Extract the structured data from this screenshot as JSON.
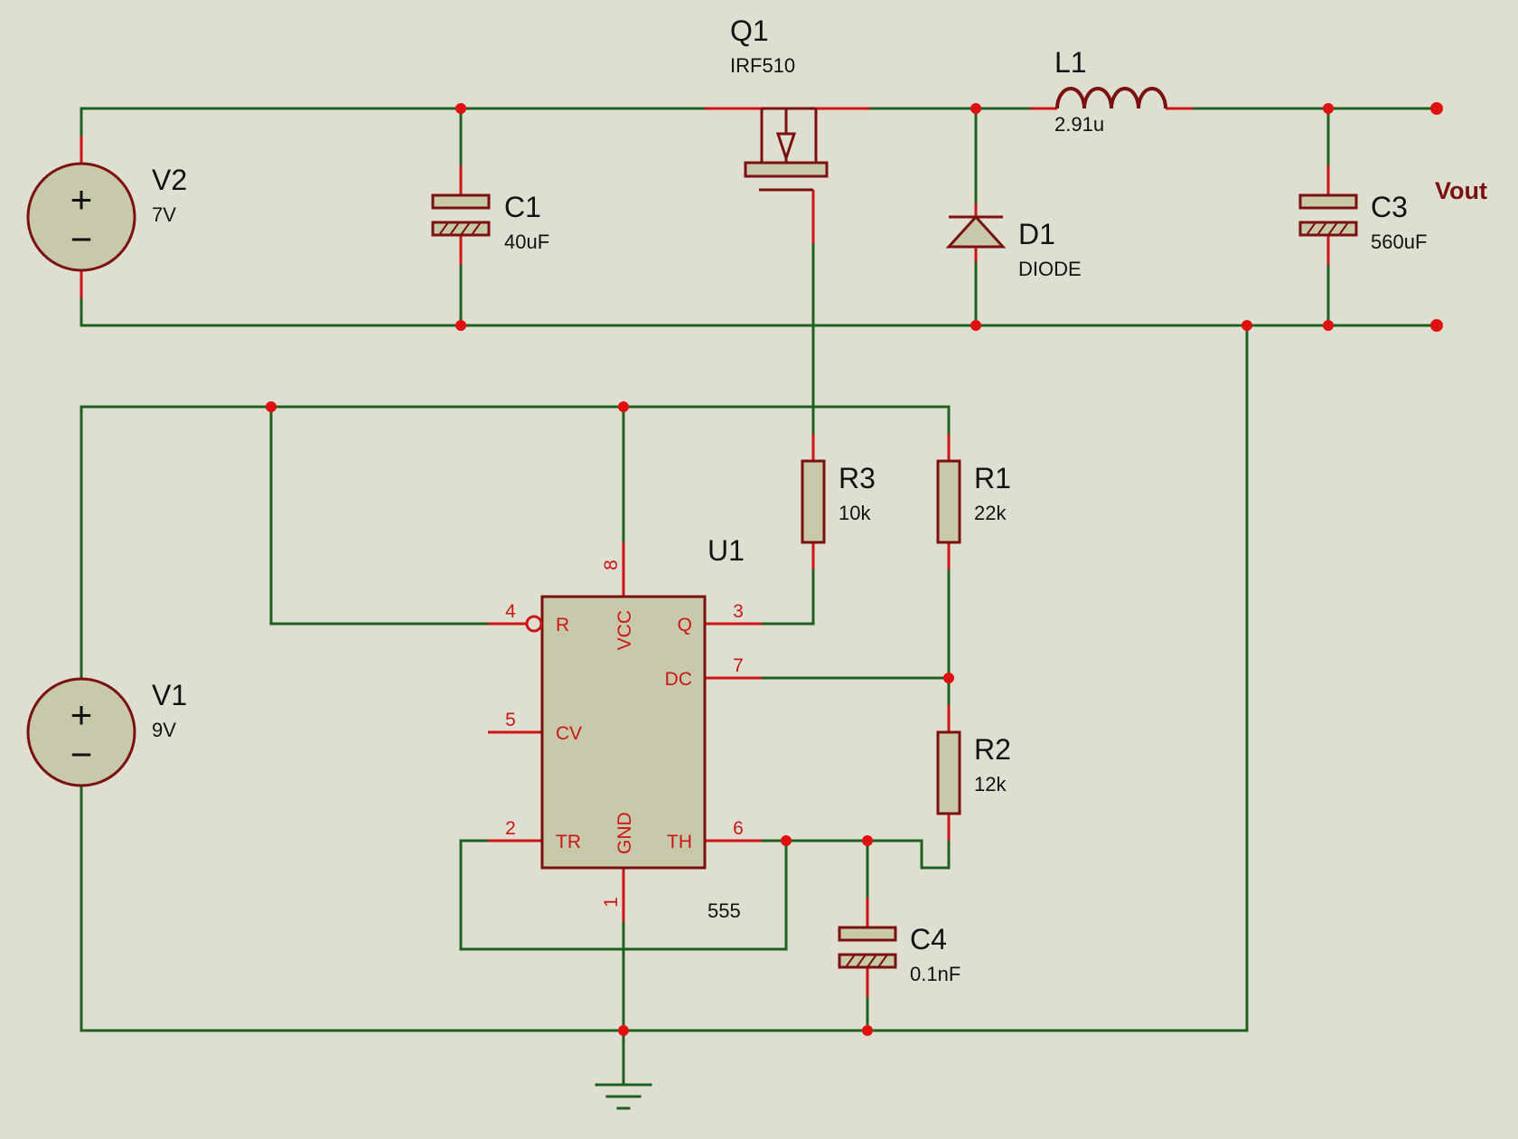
{
  "components": {
    "q1": {
      "ref": "Q1",
      "value": "IRF510"
    },
    "l1": {
      "ref": "L1",
      "value": "2.91u"
    },
    "v2": {
      "ref": "V2",
      "value": "7V"
    },
    "c1": {
      "ref": "C1",
      "value": "40uF"
    },
    "d1": {
      "ref": "D1",
      "value": "DIODE"
    },
    "c3": {
      "ref": "C3",
      "value": "560uF"
    },
    "v1": {
      "ref": "V1",
      "value": "9V"
    },
    "u1": {
      "ref": "U1",
      "value": "555"
    },
    "r3": {
      "ref": "R3",
      "value": "10k"
    },
    "r1": {
      "ref": "R1",
      "value": "22k"
    },
    "r2": {
      "ref": "R2",
      "value": "12k"
    },
    "c4": {
      "ref": "C4",
      "value": "0.1nF"
    }
  },
  "output_label": "Vout",
  "ic_pins": {
    "r": {
      "num": "4",
      "name": "R"
    },
    "vcc": {
      "num": "8",
      "name": "VCC"
    },
    "q": {
      "num": "3",
      "name": "Q"
    },
    "dc": {
      "num": "7",
      "name": "DC"
    },
    "cv": {
      "num": "5",
      "name": "CV"
    },
    "tr": {
      "num": "2",
      "name": "TR"
    },
    "gnd": {
      "num": "1",
      "name": "GND"
    },
    "th": {
      "num": "6",
      "name": "TH"
    }
  },
  "source_symbols": {
    "plus": "+",
    "minus": "−"
  },
  "colors": {
    "background": "#dfdfd1",
    "wire": "#1f5f1f",
    "pin": "#cc1515",
    "body": "#7a1010",
    "fill": "#c8c8aa",
    "junction": "#e01010"
  }
}
